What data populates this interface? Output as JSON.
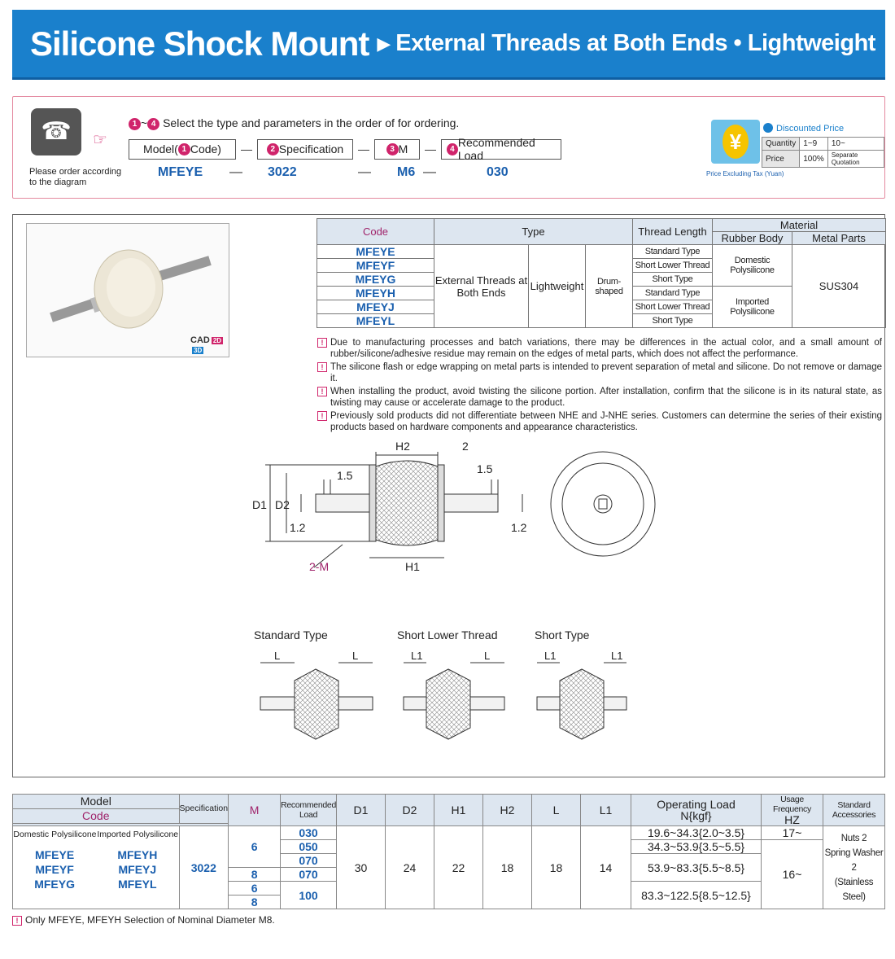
{
  "banner": {
    "title": "Silicone Shock Mount",
    "arrow": "▶",
    "subtitle": "External Threads at Both Ends • Lightweight"
  },
  "order": {
    "note": "Please order according to the diagram",
    "step_nums": [
      "1",
      "4"
    ],
    "step_tilde": "~",
    "step_text": "Select the type and parameters in the order of for ordering.",
    "boxes": [
      {
        "num": "1",
        "pre": "Model(",
        "label": "Code",
        "post": ")"
      },
      {
        "num": "2",
        "label": "Specification"
      },
      {
        "num": "3",
        "label": "M"
      },
      {
        "num": "4",
        "label": "Recommended Load"
      }
    ],
    "values": [
      "MFEYE",
      "3022",
      "M6",
      "030"
    ],
    "dash": "—"
  },
  "price": {
    "yen": "¥",
    "caption": "Price Excluding Tax (Yuan)",
    "title": "Discounted Price",
    "qty_label": "Quantity",
    "qty": [
      "1~9",
      "10~"
    ],
    "price_label": "Price",
    "prices": [
      "100%",
      "Separate Quotation"
    ]
  },
  "cad": {
    "label": "CAD",
    "b1": "2D",
    "b2": "3D"
  },
  "spec_table": {
    "headers": {
      "code": "Code",
      "type": "Type",
      "thread": "Thread Length",
      "material": "Material",
      "rubber": "Rubber Body",
      "metal": "Metal Parts"
    },
    "codes": [
      "MFEYE",
      "MFEYF",
      "MFEYG",
      "MFEYH",
      "MFEYJ",
      "MFEYL"
    ],
    "type1": "External Threads at Both Ends",
    "type2": "Lightweight",
    "type3": "Drum-shaped",
    "threads": [
      "Standard Type",
      "Short Lower Thread",
      "Short Type",
      "Standard Type",
      "Short Lower Thread",
      "Short Type"
    ],
    "rubber": [
      "Domestic Polysilicone",
      "Imported Polysilicone"
    ],
    "metal": "SUS304"
  },
  "notes": [
    "Due to manufacturing processes and batch variations, there may be differences in the actual color, and a small amount of rubber/silicone/adhesive residue may remain on the edges of metal parts, which does not affect the performance.",
    "The silicone flash or edge wrapping on metal parts is intended to prevent separation of metal and silicone. Do not remove or damage it.",
    "When installing the product, avoid twisting the silicone portion. After installation, confirm that the silicone is in its natural state, as twisting may cause or accelerate damage to the product.",
    "Previously sold products did not differentiate between NHE and J-NHE series. Customers can determine the series of their existing products based on hardware components and appearance characteristics."
  ],
  "diagram": {
    "h2": "H2",
    "two": "2",
    "d1": "D1",
    "d2": "D2",
    "h1": "H1",
    "one5a": "1.5",
    "one5b": "1.5",
    "one2a": "1.2",
    "one2b": "1.2",
    "twom": "2-M",
    "types": [
      "Standard Type",
      "Short Lower Thread",
      "Short Type"
    ],
    "l": "L",
    "l1": "L1"
  },
  "dim_table": {
    "headers": {
      "model": "Model",
      "code": "Code",
      "spec": "Specification",
      "m": "M",
      "load": "Recommended Load",
      "d1": "D1",
      "d2": "D2",
      "h1": "H1",
      "h2": "H2",
      "l": "L",
      "l1": "L1",
      "op": "Operating Load",
      "op_unit": "N{kgf}",
      "freq": "Usage Frequency",
      "freq_unit": "HZ",
      "acc": "Standard Accessories"
    },
    "domestic": "Domestic Polysilicone",
    "imported": "Imported Polysilicone",
    "codes_dom": [
      "MFEYE",
      "MFEYF",
      "MFEYG"
    ],
    "codes_imp": [
      "MFEYH",
      "MFEYJ",
      "MFEYL"
    ],
    "spec": "3022",
    "m": [
      "6",
      "8",
      "6",
      "8"
    ],
    "loads": [
      "030",
      "050",
      "070",
      "070",
      "100"
    ],
    "d1": "30",
    "d2": "24",
    "h1": "22",
    "h2": "18",
    "l": "18",
    "l1": "14",
    "op": [
      "19.6~34.3{2.0~3.5}",
      "34.3~53.9{3.5~5.5}",
      "53.9~83.3{5.5~8.5}",
      "83.3~122.5{8.5~12.5}"
    ],
    "freq": [
      "17~",
      "16~"
    ],
    "acc": [
      "Nuts 2",
      "Spring Washer 2",
      "(Stainless Steel)"
    ]
  },
  "footnote": "Only MFEYE, MFEYH Selection of Nominal Diameter M8."
}
